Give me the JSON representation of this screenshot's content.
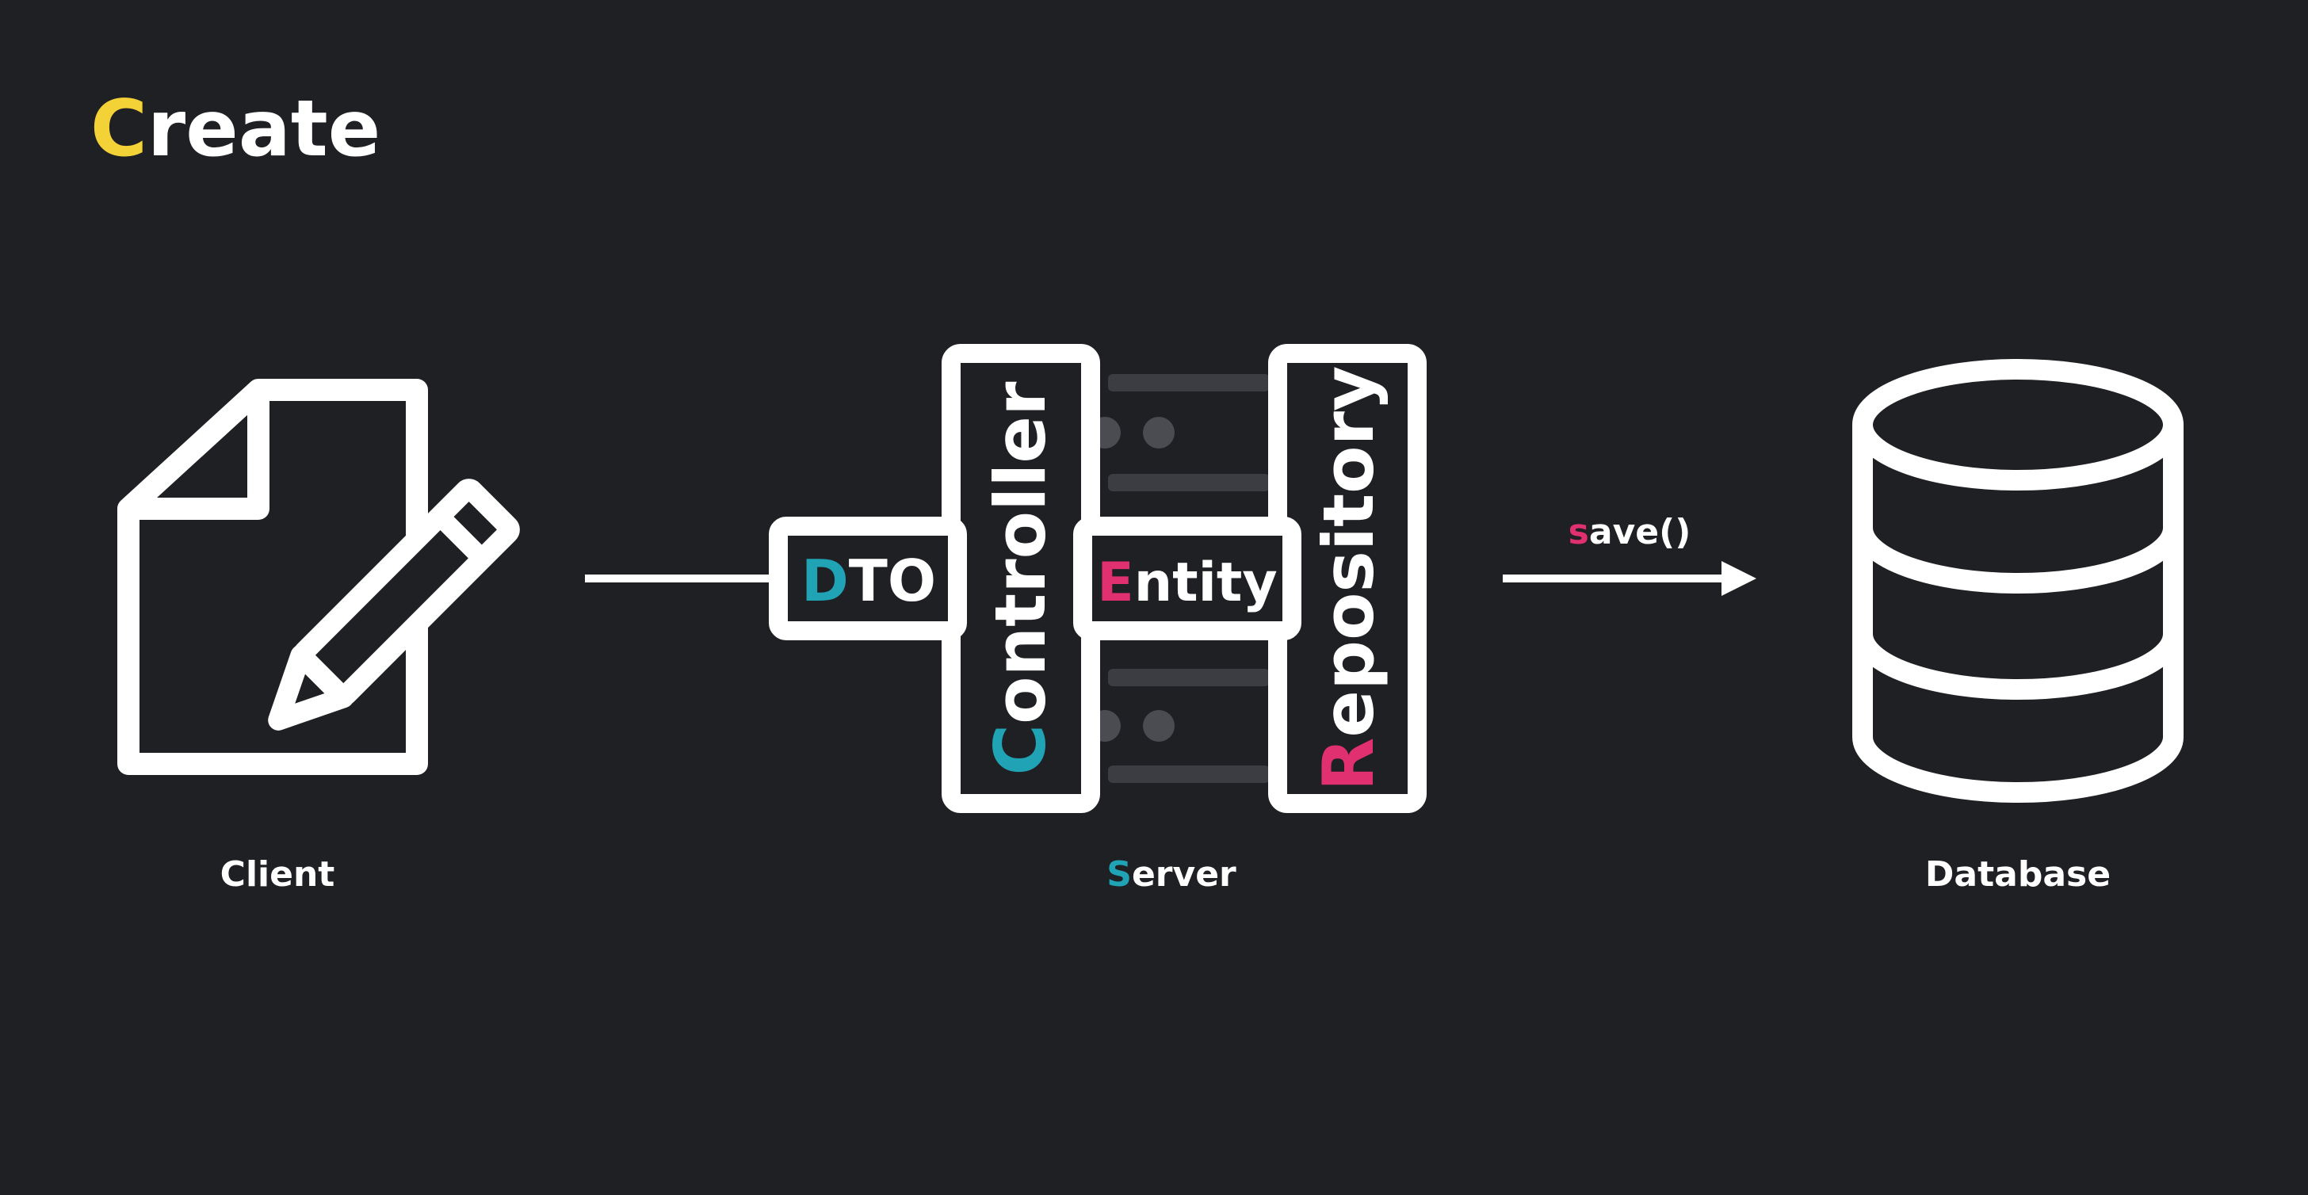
{
  "title": {
    "initial": "C",
    "rest": "reate"
  },
  "server_stack": {
    "dto": {
      "initial": "D",
      "rest": "TO"
    },
    "controller": {
      "initial": "C",
      "rest": "ontroller"
    },
    "entity": {
      "initial": "E",
      "rest": "ntity"
    },
    "repository": {
      "initial": "R",
      "rest": "epository"
    }
  },
  "arrow": {
    "method": {
      "initial": "s",
      "rest": "ave()"
    }
  },
  "captions": {
    "client": "Client",
    "server": {
      "initial": "S",
      "rest": "erver"
    },
    "database": "Database"
  },
  "colors": {
    "background": "#1f2024",
    "title_accent": "#f2d237",
    "teal_accent": "#1fa3b5",
    "pink_accent": "#e0306f",
    "foreground": "#ffffff",
    "rack_gray": "#3b3d42",
    "dot_gray": "#4a4c51"
  },
  "icons": {
    "client": "document-with-pencil-icon",
    "server": "server-rack-icon",
    "database": "database-cylinder-icon",
    "flow": "right-arrow-icon"
  }
}
